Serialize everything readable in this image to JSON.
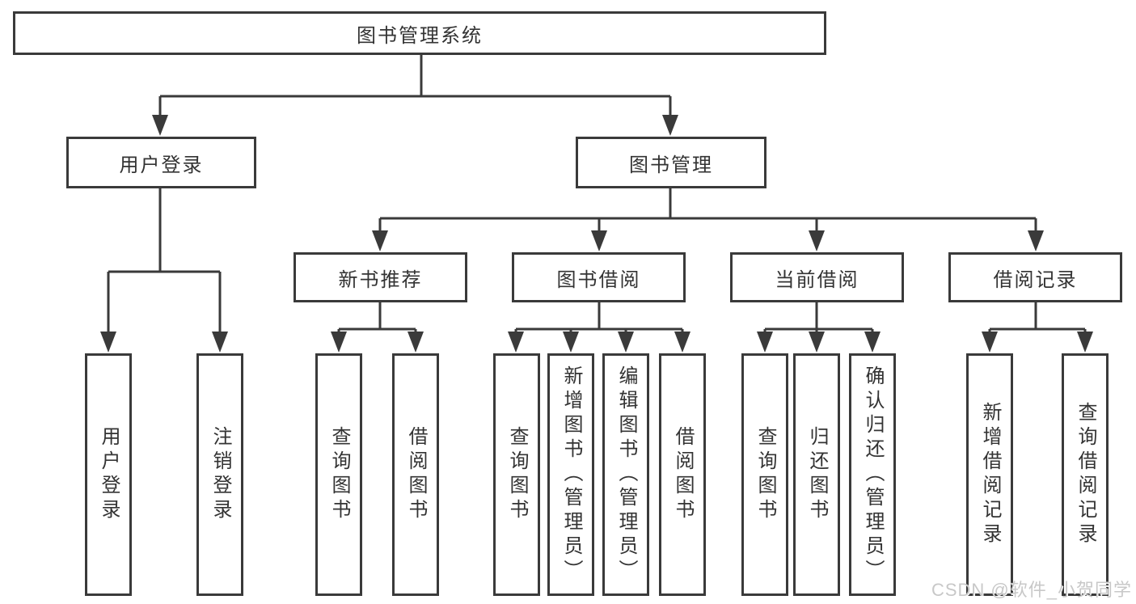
{
  "diagram": {
    "title": "图书管理系统",
    "root": {
      "label": "图书管理系统"
    },
    "branches": [
      {
        "label": "用户登录",
        "children": [
          {
            "label": "用户登录"
          },
          {
            "label": "注销登录"
          }
        ]
      },
      {
        "label": "图书管理",
        "children": [
          {
            "label": "新书推荐",
            "children": [
              {
                "label": "查询图书"
              },
              {
                "label": "借阅图书"
              }
            ]
          },
          {
            "label": "图书借阅",
            "children": [
              {
                "label": "查询图书"
              },
              {
                "label": "新增图书（管理员）"
              },
              {
                "label": "编辑图书（管理员）"
              },
              {
                "label": "借阅图书"
              }
            ]
          },
          {
            "label": "当前借阅",
            "children": [
              {
                "label": "查询图书"
              },
              {
                "label": "归还图书"
              },
              {
                "label": "确认归还（管理员）"
              }
            ]
          },
          {
            "label": "借阅记录",
            "children": [
              {
                "label": "新增借阅记录"
              },
              {
                "label": "查询借阅记录"
              }
            ]
          }
        ]
      }
    ]
  },
  "watermark": "CSDN @软件_小贺同学",
  "colors": {
    "line": "#3a3a3a",
    "box_border": "#3a3a3a",
    "text": "#333333",
    "watermark": "#c8c8c8",
    "background": "#ffffff"
  }
}
